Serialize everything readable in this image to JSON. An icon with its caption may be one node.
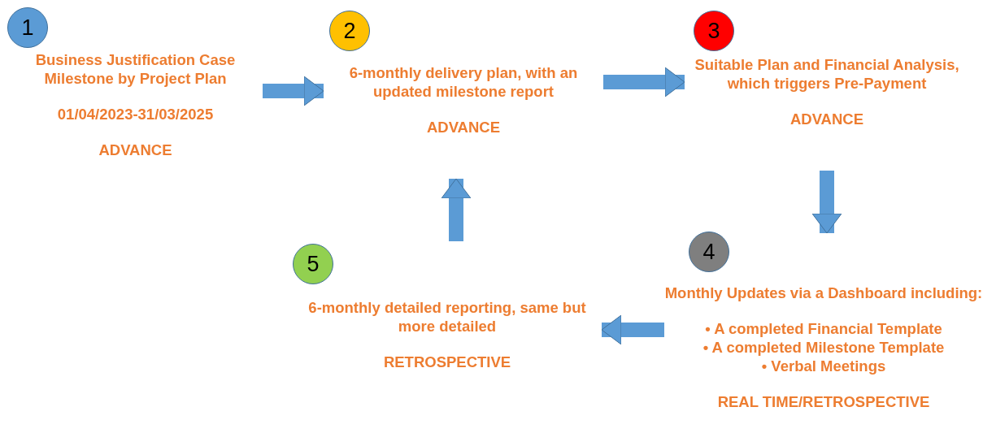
{
  "diagram": {
    "nodes": [
      {
        "text": [
          "1"
        ]
      },
      {
        "text": [
          "Business Justification Case Milestone by Project Plan",
          "01/04/2023-31/03/2025",
          "ADVANCE"
        ]
      },
      {
        "text": [
          "2"
        ]
      },
      {
        "text": [
          "6-monthly delivery plan, with an updated milestone report",
          "ADVANCE"
        ]
      },
      {
        "text": [
          "3"
        ]
      },
      {
        "text": [
          "Suitable Plan and Financial Analysis, which triggers Pre-Payment",
          "ADVANCE"
        ]
      },
      {
        "text": [
          "4"
        ]
      },
      {
        "text": [
          "Monthly Updates via a Dashboard including:",
          "• A completed Financial Template",
          "• A completed Milestone Template",
          "• Verbal Meetings",
          "REAL TIME/RETROSPECTIVE"
        ]
      },
      {
        "text": [
          "5"
        ]
      },
      {
        "text": [
          "6-monthly detailed reporting, same but more detailed",
          "RETROSPECTIVE"
        ]
      }
    ],
    "edges": [
      {
        "from": 1,
        "to": 3,
        "arrow": "to"
      },
      {
        "from": 3,
        "to": 5,
        "arrow": "to"
      },
      {
        "from": 5,
        "to": 7,
        "arrow": "to"
      },
      {
        "from": 7,
        "to": 9,
        "arrow": "to"
      },
      {
        "from": 9,
        "to": 3,
        "arrow": "to"
      }
    ]
  }
}
